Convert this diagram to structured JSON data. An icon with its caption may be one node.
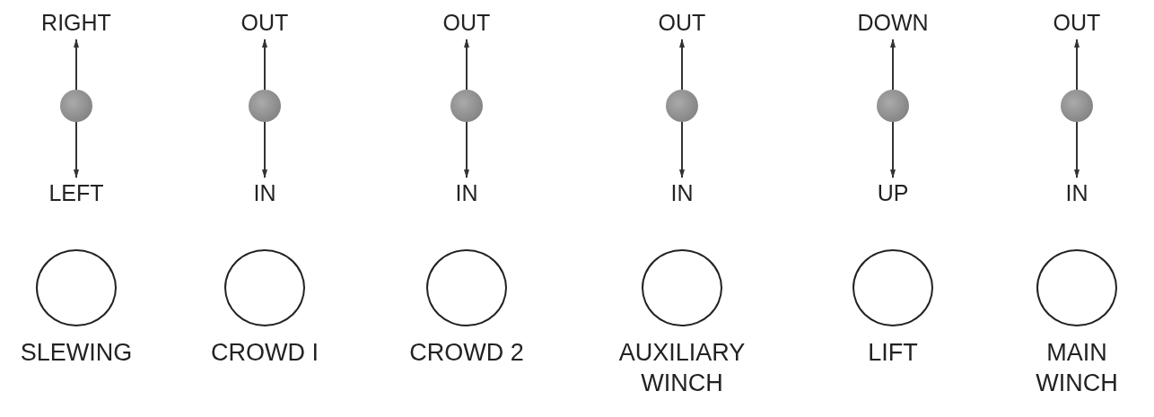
{
  "diagram": {
    "nodes": [
      {
        "text": [
          "RIGHT"
        ]
      },
      {
        "text": [],
        "shape": "circle"
      },
      {
        "text": [
          "LEFT"
        ]
      },
      {
        "text": [],
        "shape": "circle",
        "beside": [
          "SLEWING"
        ]
      },
      {
        "text": [
          "OUT"
        ]
      },
      {
        "text": [],
        "shape": "circle"
      },
      {
        "text": [
          "IN"
        ]
      },
      {
        "text": [],
        "shape": "circle",
        "beside": [
          "CROWD I"
        ]
      },
      {
        "text": [
          "OUT"
        ]
      },
      {
        "text": [],
        "shape": "circle"
      },
      {
        "text": [
          "IN"
        ]
      },
      {
        "text": [],
        "shape": "circle",
        "beside": [
          "CROWD 2"
        ]
      },
      {
        "text": [
          "OUT"
        ]
      },
      {
        "text": [],
        "shape": "circle"
      },
      {
        "text": [
          "IN"
        ]
      },
      {
        "text": [],
        "shape": "circle",
        "beside": [
          "AUXILIARY WINCH"
        ]
      },
      {
        "text": [
          "DOWN"
        ]
      },
      {
        "text": [],
        "shape": "circle"
      },
      {
        "text": [
          "UP"
        ]
      },
      {
        "text": [],
        "shape": "circle",
        "beside": [
          "LIFT"
        ]
      },
      {
        "text": [
          "OUT"
        ]
      },
      {
        "text": [],
        "shape": "circle"
      },
      {
        "text": [
          "IN"
        ]
      },
      {
        "text": [],
        "shape": "circle",
        "beside": [
          "MAIN WINCH"
        ]
      }
    ],
    "edges": [
      {
        "from": 1,
        "to": 0,
        "arrow": "to"
      },
      {
        "from": 1,
        "to": 2,
        "arrow": "to"
      },
      {
        "from": 5,
        "to": 4,
        "arrow": "to"
      },
      {
        "from": 5,
        "to": 6,
        "arrow": "to"
      },
      {
        "from": 9,
        "to": 8,
        "arrow": "to"
      },
      {
        "from": 9,
        "to": 10,
        "arrow": "to"
      },
      {
        "from": 13,
        "to": 12,
        "arrow": "to"
      },
      {
        "from": 13,
        "to": 14,
        "arrow": "to"
      },
      {
        "from": 17,
        "to": 16,
        "arrow": "to"
      },
      {
        "from": 17,
        "to": 18,
        "arrow": "to"
      },
      {
        "from": 21,
        "to": 20,
        "arrow": "to"
      },
      {
        "from": 21,
        "to": 22,
        "arrow": "to"
      }
    ]
  }
}
